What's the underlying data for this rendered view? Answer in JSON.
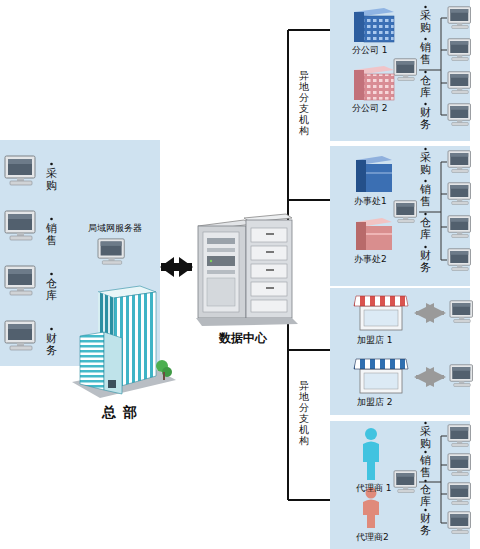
{
  "diagram": {
    "nodes": [
      {
        "text": [
          "采购",
          "销售",
          "仓库",
          "财务"
        ]
      },
      {
        "text": [
          "局域网服务器"
        ],
        "in": 0
      },
      {
        "text": [
          "数据中心"
        ]
      },
      {
        "text": [
          "采购",
          "销售",
          "仓库",
          "财务"
        ]
      },
      {
        "text": [
          "分公司 1"
        ],
        "in": 3
      },
      {
        "text": [
          "分公司 2"
        ],
        "in": 3
      },
      {
        "text": [
          "采购",
          "销售",
          "仓库",
          "财务"
        ]
      },
      {
        "text": [
          "办事处1"
        ],
        "in": 6
      },
      {
        "text": [
          "办事处2"
        ],
        "in": 6
      },
      {
        "text": [
          "加盟店 1"
        ]
      },
      {
        "text": [
          "加盟店 2"
        ]
      },
      {
        "text": [
          "采购",
          "销售",
          "仓库",
          "财务"
        ]
      },
      {
        "text": [
          "代理商 1"
        ],
        "in": 11
      },
      {
        "text": [
          "代理商2"
        ],
        "in": 11
      }
    ],
    "edges": [
      {
        "from": 0,
        "to": 2,
        "arrow": "both"
      }
    ],
    "labels": [
      "总 部",
      "异地分支机构",
      "异地分支机构"
    ]
  }
}
